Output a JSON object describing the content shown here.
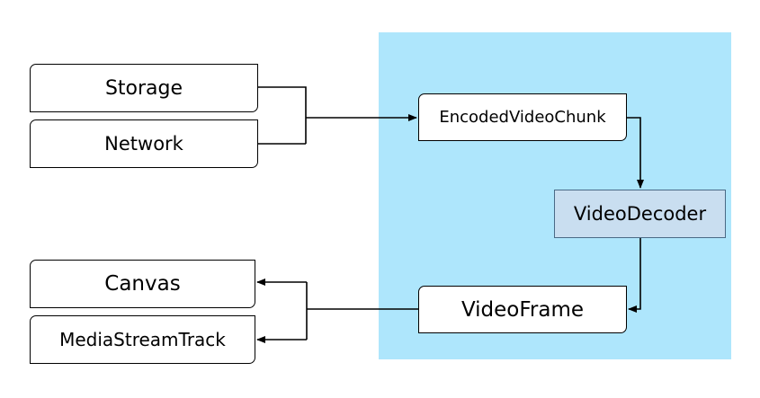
{
  "boxes": {
    "storage": "Storage",
    "network": "Network",
    "encoded_video_chunk": "EncodedVideoChunk",
    "video_decoder": "VideoDecoder",
    "video_frame": "VideoFrame",
    "canvas": "Canvas",
    "media_stream_track": "MediaStreamTrack"
  },
  "colors": {
    "panel": "#aee6fc",
    "decoder_fill": "#c9def0",
    "box_fill": "#ffffff",
    "line": "#000000"
  }
}
